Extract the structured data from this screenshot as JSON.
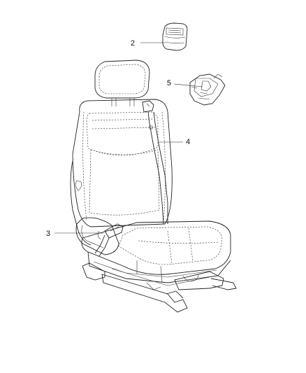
{
  "callouts": [
    {
      "id": "2",
      "label": "2"
    },
    {
      "id": "5",
      "label": "5"
    },
    {
      "id": "4",
      "label": "4"
    },
    {
      "id": "3",
      "label": "3"
    }
  ],
  "colors": {
    "line": "#222222",
    "background": "#ffffff"
  }
}
